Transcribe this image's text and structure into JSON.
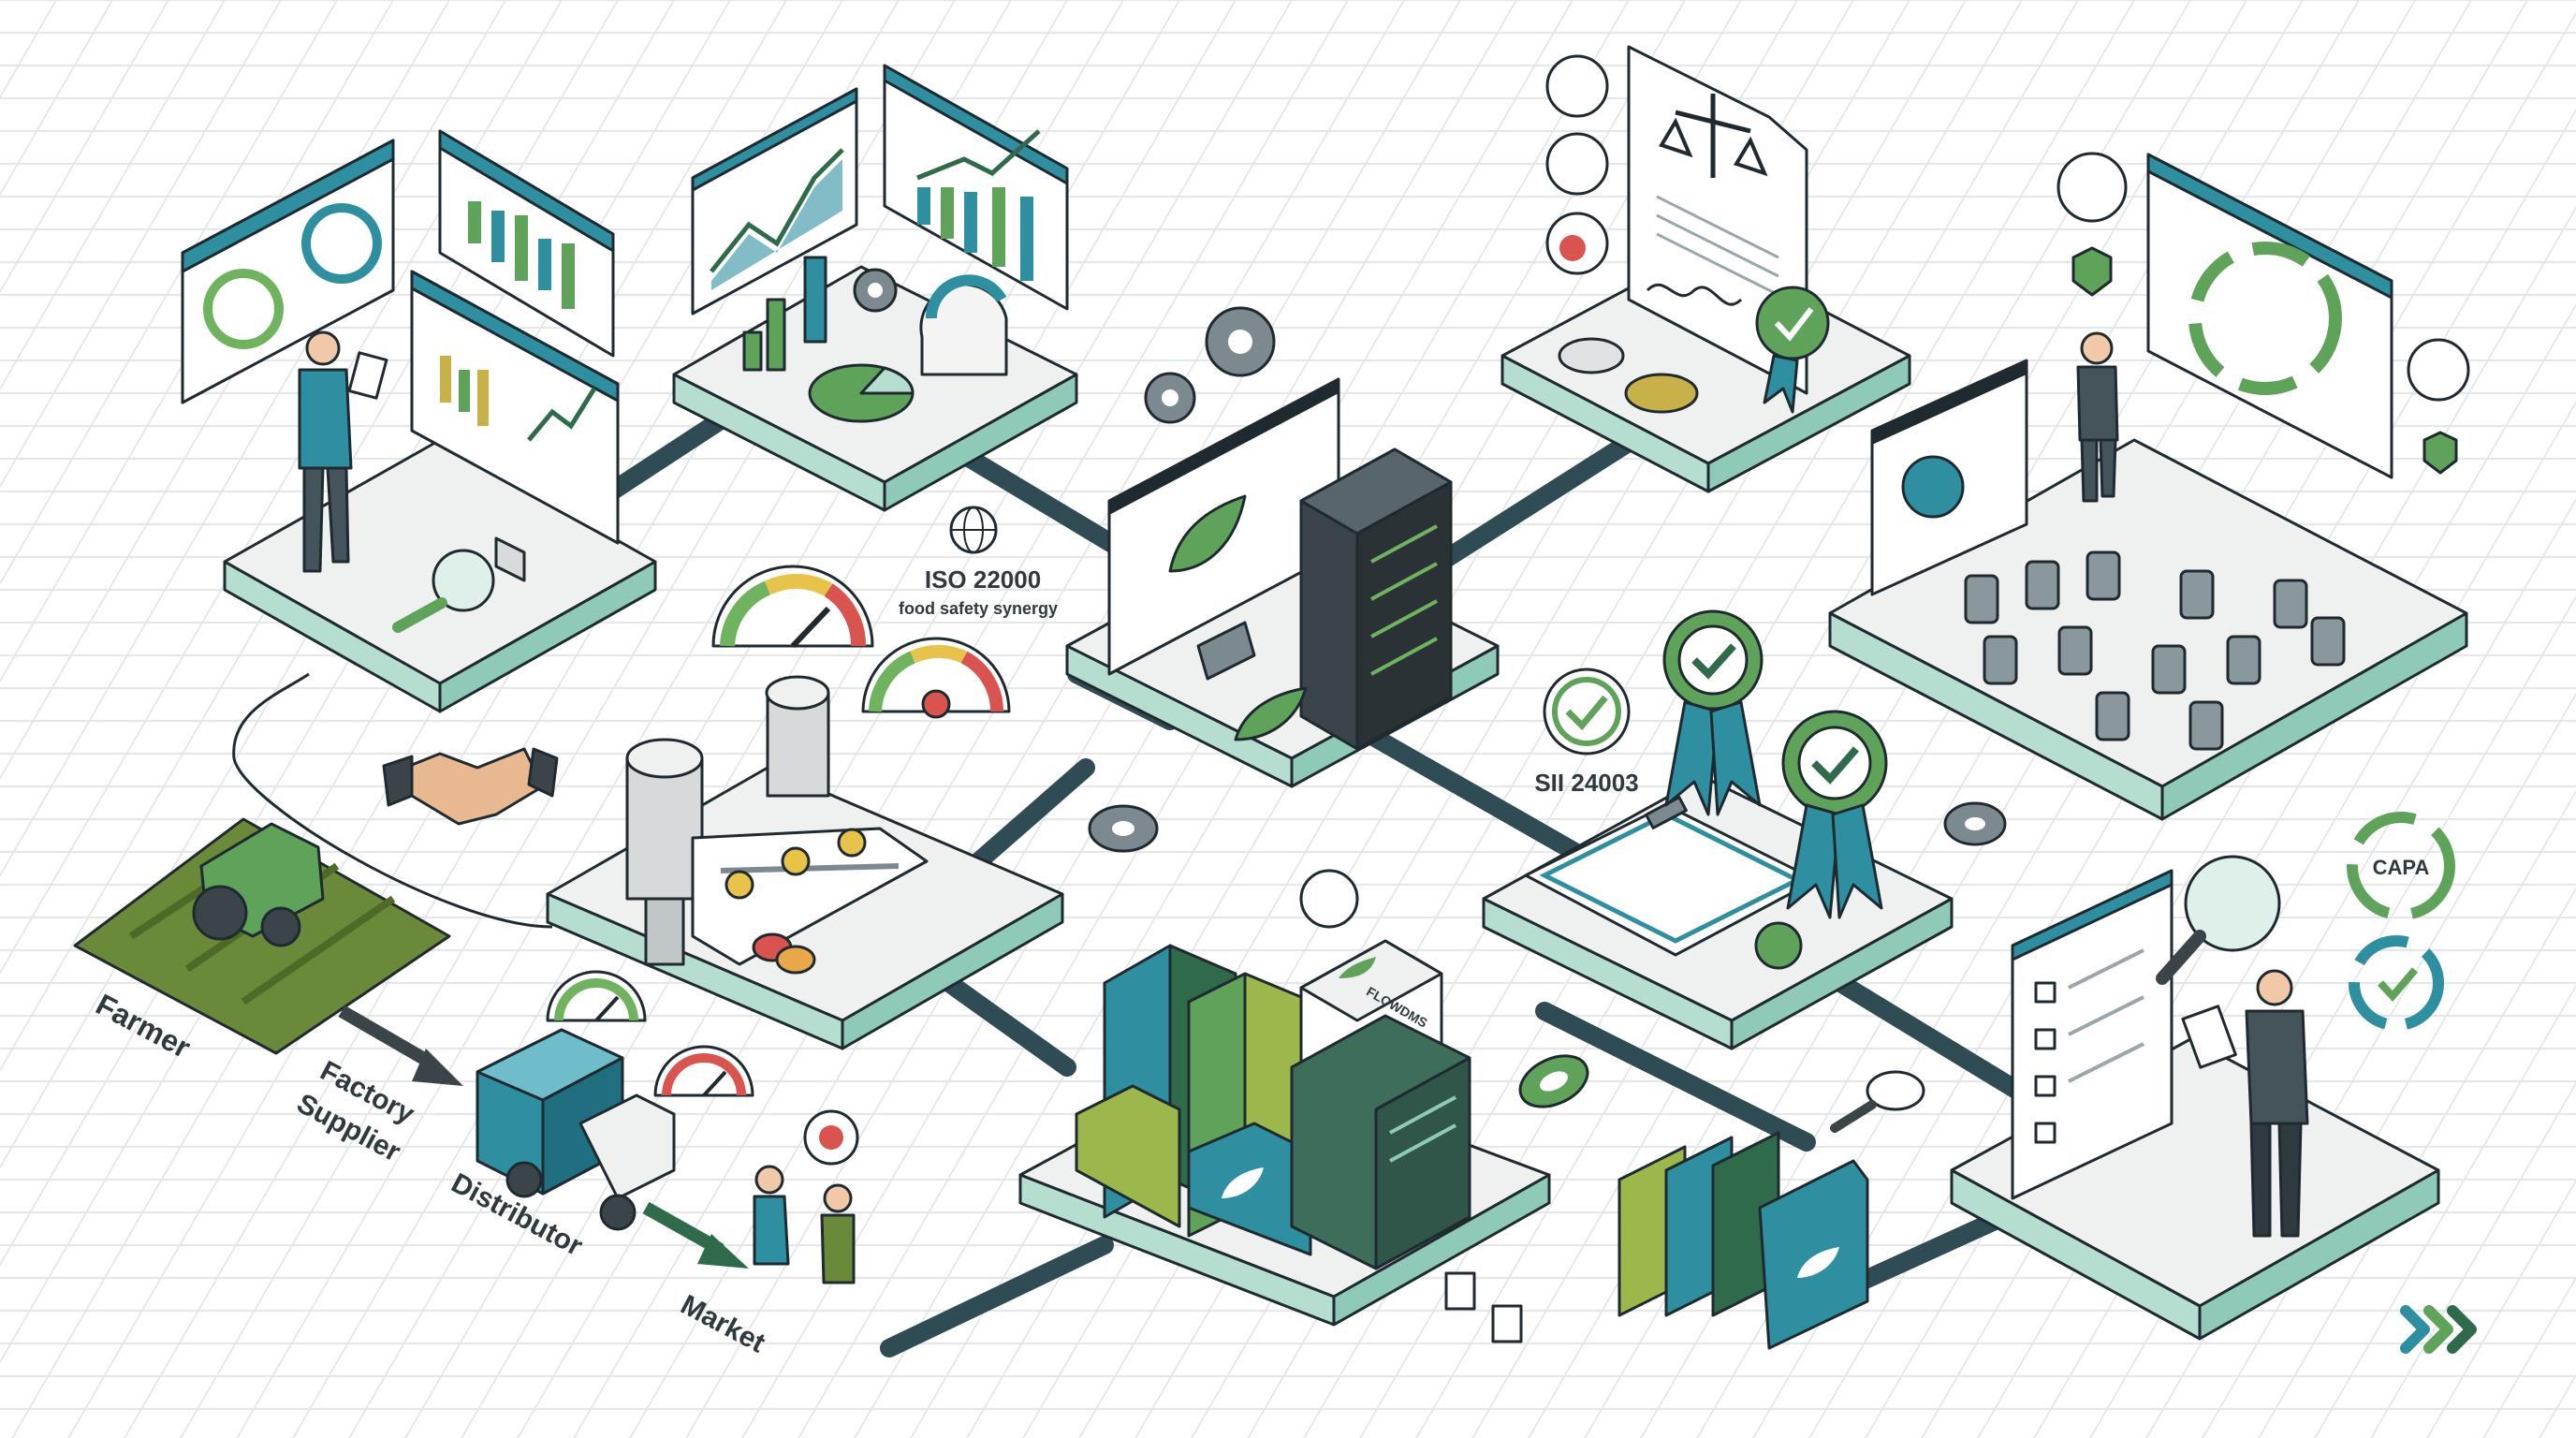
{
  "iso_badge": {
    "title": "ISO 22000",
    "subtitle": "food safety synergy"
  },
  "sii_badge": {
    "title": "SII 24003"
  },
  "capa_badge": {
    "title": "CAPA"
  },
  "binder_label": {
    "text": "FLOWDMS"
  },
  "supply_chain": {
    "stages": [
      "Farmer",
      "Factory",
      "Supplier",
      "Distributor",
      "Market"
    ]
  },
  "colors": {
    "teal": "#2e8fa0",
    "green": "#5fa35a",
    "dark_green": "#2f6b4a",
    "platform_top": "#eef1ef",
    "platform_side": "#b5ddd0",
    "road": "#2f4b54",
    "ink": "#1f2a30",
    "gauge_red": "#d9534f",
    "gauge_yellow": "#e8c34a",
    "gauge_green": "#6fb35f"
  },
  "icons": [
    "gear-icon",
    "leaf-icon",
    "check-icon",
    "magnifier-icon",
    "handshake-icon",
    "scale-icon",
    "shield-icon",
    "cycle-icon",
    "chevron-arrows-icon"
  ]
}
